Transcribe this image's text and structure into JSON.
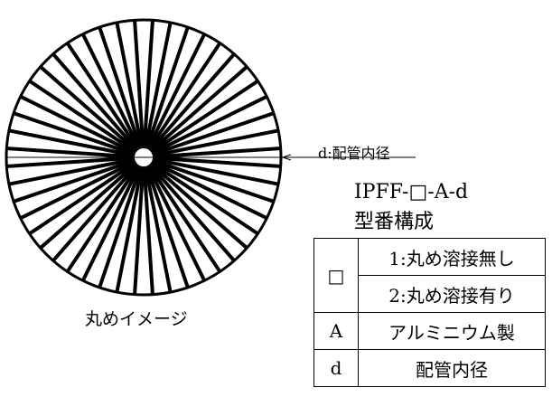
{
  "drawing": {
    "image_caption": "丸めイメージ",
    "dimension_label": "d:配管内径",
    "spoke_count": 48
  },
  "model": {
    "code": "IPFF-□-A-d",
    "heading": "型番構成"
  },
  "table": {
    "rows": [
      {
        "key": "□",
        "values": [
          "1:丸め溶接無し",
          "2:丸め溶接有り"
        ]
      },
      {
        "key": "A",
        "values": [
          "アルミニウム製"
        ]
      },
      {
        "key": "d",
        "values": [
          "配管内径"
        ]
      }
    ]
  }
}
